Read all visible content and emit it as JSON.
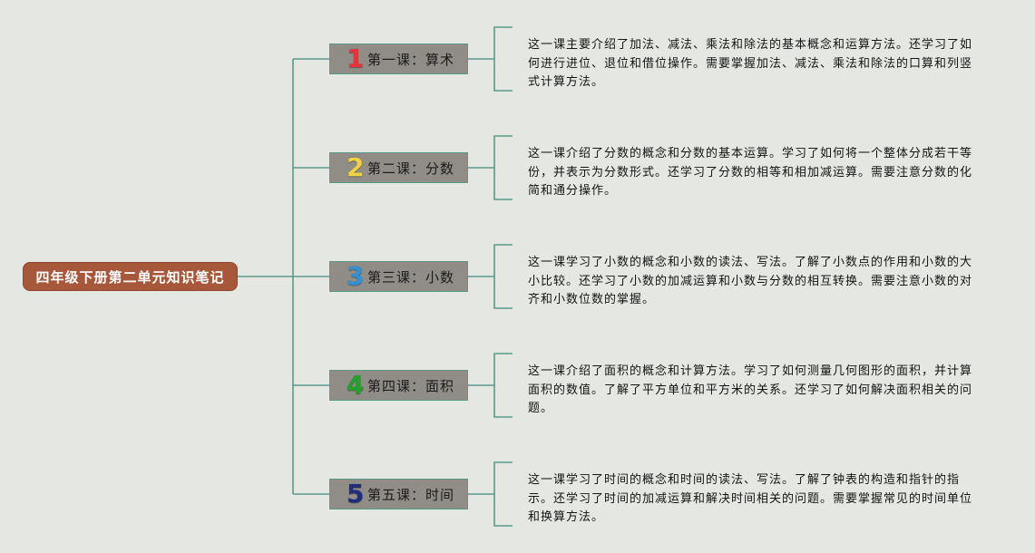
{
  "root": {
    "title": "四年级下册第二单元知识笔记"
  },
  "branches": [
    {
      "number": "1",
      "number_color": "#e6343c",
      "title": "第一课：算术",
      "description": [
        "这一课主要介绍了加法、减法、乘法和除法的基本概念和运算方法。还学习了如",
        "何进行进位、退位和借位操作。需要掌握加法、减法、乘法和除法的口算和列竖",
        "式计算方法。"
      ]
    },
    {
      "number": "2",
      "number_color": "#f2d244",
      "title": "第二课：分数",
      "description": [
        "这一课介绍了分数的概念和分数的基本运算。学习了如何将一个整体分成若干等",
        "份，并表示为分数形式。还学习了分数的相等和相加减运算。需要注意分数的化",
        "简和通分操作。"
      ]
    },
    {
      "number": "3",
      "number_color": "#3190d6",
      "title": "第三课：小数",
      "description": [
        "这一课学习了小数的概念和小数的读法、写法。了解了小数点的作用和小数的大",
        "小比较。还学习了小数的加减运算和小数与分数的相互转换。需要注意小数的对",
        "齐和小数位数的掌握。"
      ]
    },
    {
      "number": "4",
      "number_color": "#25a02d",
      "title": "第四课：面积",
      "description": [
        "这一课介绍了面积的概念和计算方法。学习了如何测量几何图形的面积，并计算",
        "面积的数值。了解了平方单位和平方米的关系。还学习了如何解决面积相关的问",
        "题。"
      ]
    },
    {
      "number": "5",
      "number_color": "#1e2d7c",
      "title": "第五课：时间",
      "description": [
        "这一课学习了时间的概念和时间的读法、写法。了解了钟表的构造和指针的指",
        "示。还学习了时间的加减运算和解决时间相关的问题。需要掌握常见的时间单位",
        "和换算方法。"
      ]
    }
  ],
  "colors": {
    "background": "#e5e7e3",
    "root_fill": "#a8583a",
    "root_text": "#ffffff",
    "node_fill": "#8f8d86",
    "node_border": "#5b9a8a",
    "line": "#5b9a8a",
    "description_text": "#141414"
  }
}
